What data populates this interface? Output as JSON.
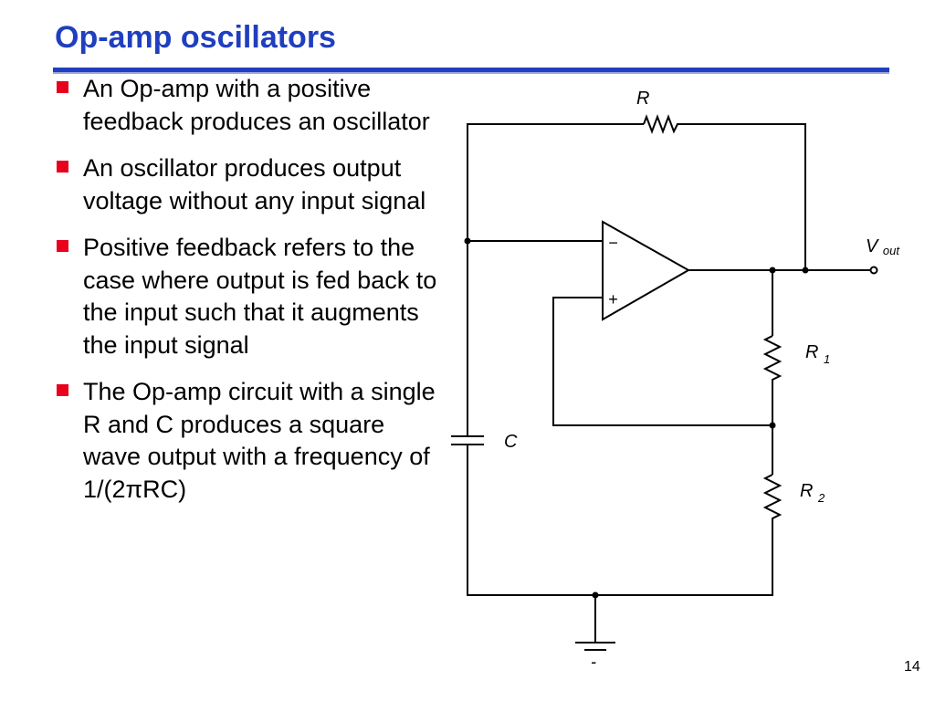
{
  "slide": {
    "title": "Op-amp oscillators",
    "bullets": [
      "An Op-amp with a positive feedback produces an oscillator",
      "An oscillator produces output voltage without any input signal",
      "Positive feedback refers to the case where output is fed back to the input such that it augments the input signal",
      "The Op-amp circuit with a single R and C produces a square wave output with a frequency of 1/(2πRC)"
    ],
    "page_number": "14",
    "accent_color": "#1f3fbf",
    "bullet_color": "#e8001c"
  },
  "circuit": {
    "labels": {
      "r": "R",
      "c": "C",
      "r1_main": "R",
      "r1_sub": "1",
      "r2_main": "R",
      "r2_sub": "2",
      "vout_main": "V",
      "vout_sub": "out",
      "minus": "−",
      "plus": "+",
      "ground_mark": "-"
    }
  }
}
